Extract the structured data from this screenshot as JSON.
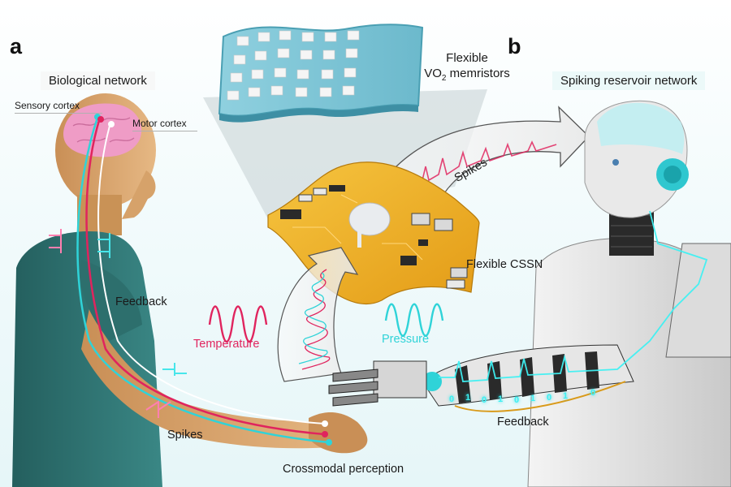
{
  "figure": {
    "panels": [
      {
        "id": "a",
        "label": "a",
        "title": "Biological network"
      },
      {
        "id": "b",
        "label": "b",
        "title": "Spiking reservoir network"
      }
    ],
    "labels": {
      "sensory_cortex": "Sensory cortex",
      "motor_cortex": "Motor cortex",
      "memristor_line1": "Flexible",
      "memristor_line2_prefix": "VO",
      "memristor_line2_sub": "2",
      "memristor_line2_suffix": " memristors",
      "spikes_arrow": "Spikes",
      "flexible_cssn": "Flexible CSSN",
      "feedback_human": "Feedback",
      "temperature": "Temperature",
      "pressure": "Pressure",
      "spikes_arm": "Spikes",
      "crossmodal": "Crossmodal perception",
      "feedback_robot": "Feedback"
    },
    "binary_digits": [
      "0",
      "1",
      "0",
      "1",
      "0",
      "1",
      "0",
      "1",
      "0"
    ],
    "colors": {
      "temperature": "#e0245e",
      "pressure": "#2fd3d8",
      "memristor_substrate": "#7ec5d6",
      "circuit_board": "#f0b42a",
      "shirt": "#2f7a78",
      "skin": "#d9a46c",
      "brain": "#ef9cc6",
      "robot_glow": "#3ef0f2"
    }
  }
}
